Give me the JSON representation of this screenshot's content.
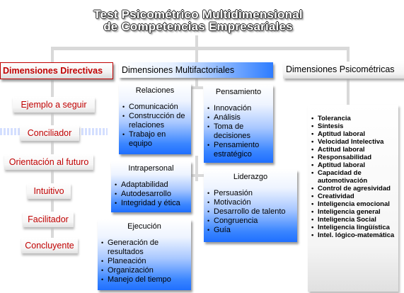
{
  "title": {
    "line1": "Test Psicométrico Multidimensional",
    "line2": "de Competencias Empresariales"
  },
  "headers": {
    "directivas": "Dimensiones Directivas",
    "multifactoriales": "Dimensiones Multifactoriales",
    "psicometricas": "Dimensiones Psicométricas"
  },
  "directivas_items": [
    "Ejemplo a seguir",
    "Conciliador",
    "Orientación  al futuro",
    "Intuitivo",
    "Facilitador",
    "Concluyente"
  ],
  "boxes": {
    "relaciones": {
      "title": "Relaciones",
      "items": [
        "Comunicación",
        "Construcción de relaciones",
        "Trabajo en equipo"
      ]
    },
    "pensamiento": {
      "title": "Pensamiento",
      "items": [
        "Innovación",
        "Análisis",
        "Toma de decisiones",
        "Pensamiento estratégico"
      ]
    },
    "intrapersonal": {
      "title": "Intrapersonal",
      "items": [
        "Adaptabilidad",
        "Autodesarrollo",
        "Integridad y ética"
      ]
    },
    "liderazgo": {
      "title": "Liderazgo",
      "items": [
        "Persuasión",
        "Motivación",
        "Desarrollo de talento",
        "Congruencia",
        "Guía"
      ]
    },
    "ejecucion": {
      "title": "Ejecución",
      "items": [
        "Generación de resultados",
        "Planeación",
        "Organización",
        "Manejo del tiempo"
      ]
    }
  },
  "psicometricas_items": [
    "Tolerancia",
    "Síntesis",
    "Aptitud laboral",
    "Velocidad Intelectiva",
    "Actitud laboral",
    "Responsabilidad",
    "Aptitud laboral",
    "Capacidad de automotivación",
    "Control de agresividad",
    "Creatividad",
    "Inteligencia emocional",
    "Inteligencia general",
    "Inteligencia Social",
    "Inteligencia lingüística",
    "Intel. lógico-matemática"
  ],
  "colors": {
    "directivas": "#c00000",
    "multifactorial_blue": "#2d7cff",
    "connector": "#d9d9d9"
  }
}
